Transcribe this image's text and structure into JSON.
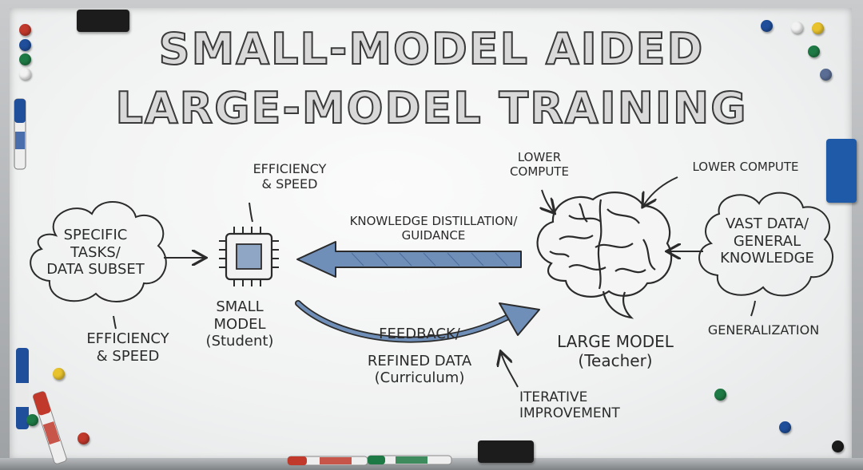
{
  "title": {
    "line1": "SMALL-MODEL AIDED",
    "line2": "LARGE-MODEL TRAINING"
  },
  "cloud_left": {
    "line1": "SPECIFIC",
    "line2": "TASKS/",
    "line3": "DATA SUBSET"
  },
  "cloud_right": {
    "line1": "VAST DATA/",
    "line2": "GENERAL",
    "line3": "KNOWLEDGE"
  },
  "chip_label": {
    "line1": "EFFICIENCY",
    "line2": "& SPEED"
  },
  "cloud_left_label": {
    "line1": "EFFICIENCY",
    "line2": "& SPEED"
  },
  "small_model": {
    "line1": "SMALL",
    "line2": "MODEL",
    "line3": "(Student)"
  },
  "large_model": {
    "line1": "LARGE MODEL",
    "line2": "(Teacher)"
  },
  "brain_top_left": {
    "line1": "LOWER",
    "line2": "COMPUTE"
  },
  "brain_top_right": "LOWER COMPUTE",
  "generalization": "GENERALIZATION",
  "distillation": {
    "line1": "KNOWLEDGE DISTILLATION/",
    "line2": "GUIDANCE"
  },
  "feedback": {
    "line1": "FEEDBACK/",
    "line2": "REFINED DATA",
    "line3": "(Curriculum)"
  },
  "iterative": {
    "line1": "ITERATIVE",
    "line2": "IMPROVEMENT"
  },
  "colors": {
    "ink": "#2b2b2b",
    "arrow_fill": "#6f8fb8",
    "chip_core": "#8fa6c4",
    "marker_blue": "#1f4e9a",
    "marker_red": "#c0392b",
    "marker_green": "#1e7a44",
    "eraser_blue": "#1e5aa8",
    "eraser_black": "#1c1c1c"
  }
}
